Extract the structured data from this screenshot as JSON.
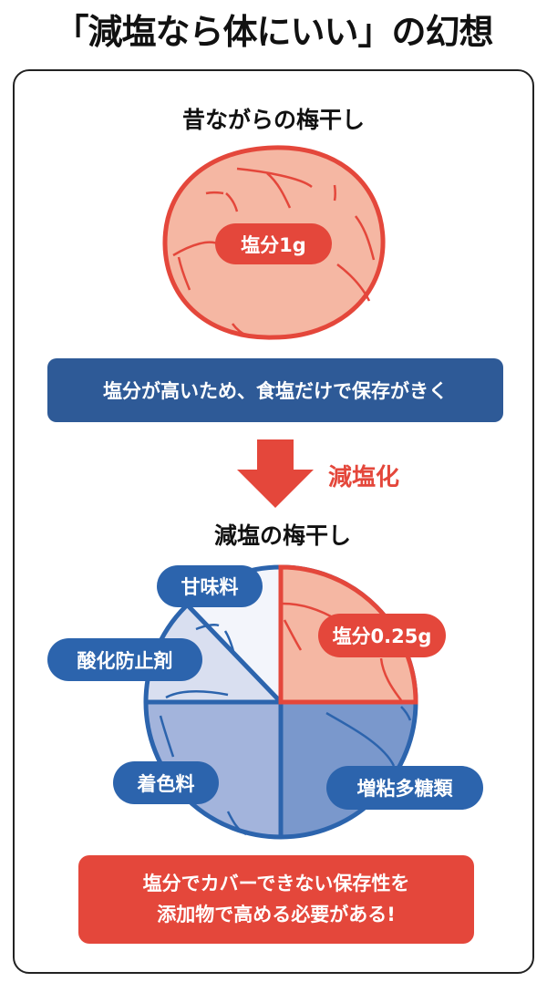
{
  "title": "「減塩なら体にいい」の幻想",
  "traditional": {
    "heading": "昔ながらの梅干し",
    "salt_label": "塩分1g",
    "banner": "塩分が高いため、食塩だけで保存がきく"
  },
  "transition": {
    "label": "減塩化"
  },
  "reduced": {
    "heading": "減塩の梅干し",
    "segments": {
      "sweetener": "甘味料",
      "antioxidant": "酸化防止剤",
      "salt": "塩分0.25g",
      "coloring": "着色料",
      "thickener": "増粘多糖類"
    }
  },
  "conclusion": {
    "line1": "塩分でカバーできない保存性を",
    "line2": "添加物で高める必要がある!"
  },
  "colors": {
    "red": "#e4473b",
    "pink": "#f5b7a3",
    "blue": "#2c64ad",
    "navy": "#2e5a97"
  }
}
